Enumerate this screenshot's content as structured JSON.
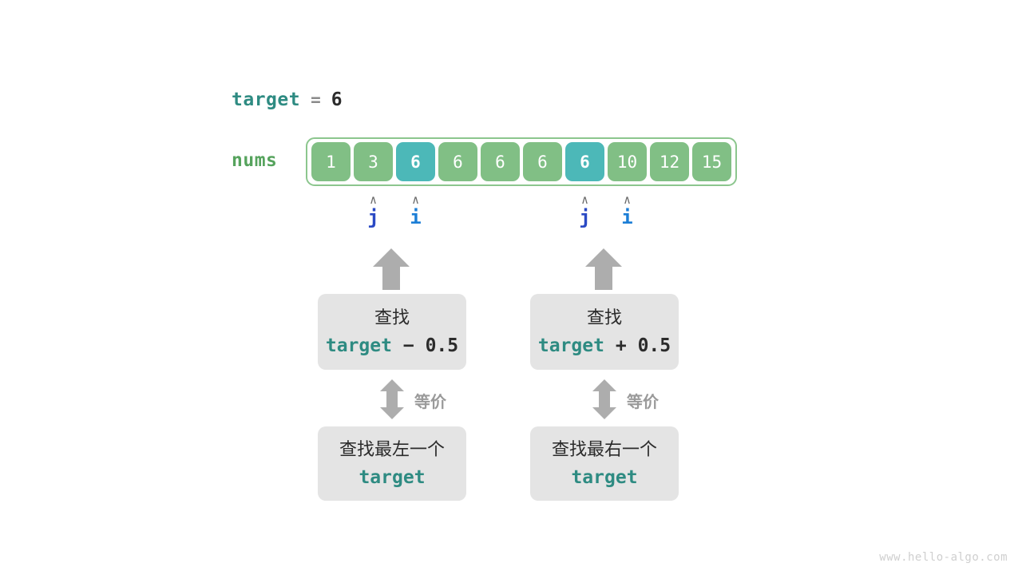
{
  "diagram": {
    "title_var": "target",
    "equals_sign": "=",
    "target_value": "6",
    "array_label": "nums",
    "array": {
      "values": [
        "1",
        "3",
        "6",
        "6",
        "6",
        "6",
        "6",
        "10",
        "12",
        "15"
      ],
      "highlighted_indices": [
        2,
        6
      ],
      "cell_color": "#81bf85",
      "highlight_color": "#4cb8b8",
      "border_color": "#8cc68e"
    },
    "pointers": [
      {
        "name": "j",
        "caret": "∧",
        "index": 1,
        "color": "#2a49c4"
      },
      {
        "name": "i",
        "caret": "∧",
        "index": 2,
        "color": "#1c7ed6"
      },
      {
        "name": "j",
        "caret": "∧",
        "index": 6,
        "color": "#2a49c4"
      },
      {
        "name": "i",
        "caret": "∧",
        "index": 7,
        "color": "#1c7ed6"
      }
    ],
    "left_branch": {
      "search_label": "查找",
      "expr_var": "target",
      "expr_op": "−",
      "expr_num": "0.5",
      "equiv_label": "等价",
      "equivalent_label": "查找最左一个",
      "equivalent_var": "target"
    },
    "right_branch": {
      "search_label": "查找",
      "expr_var": "target",
      "expr_op": "+",
      "expr_num": "0.5",
      "equiv_label": "等价",
      "equivalent_label": "查找最右一个",
      "equivalent_var": "target"
    },
    "watermark": "www.hello-algo.com"
  }
}
